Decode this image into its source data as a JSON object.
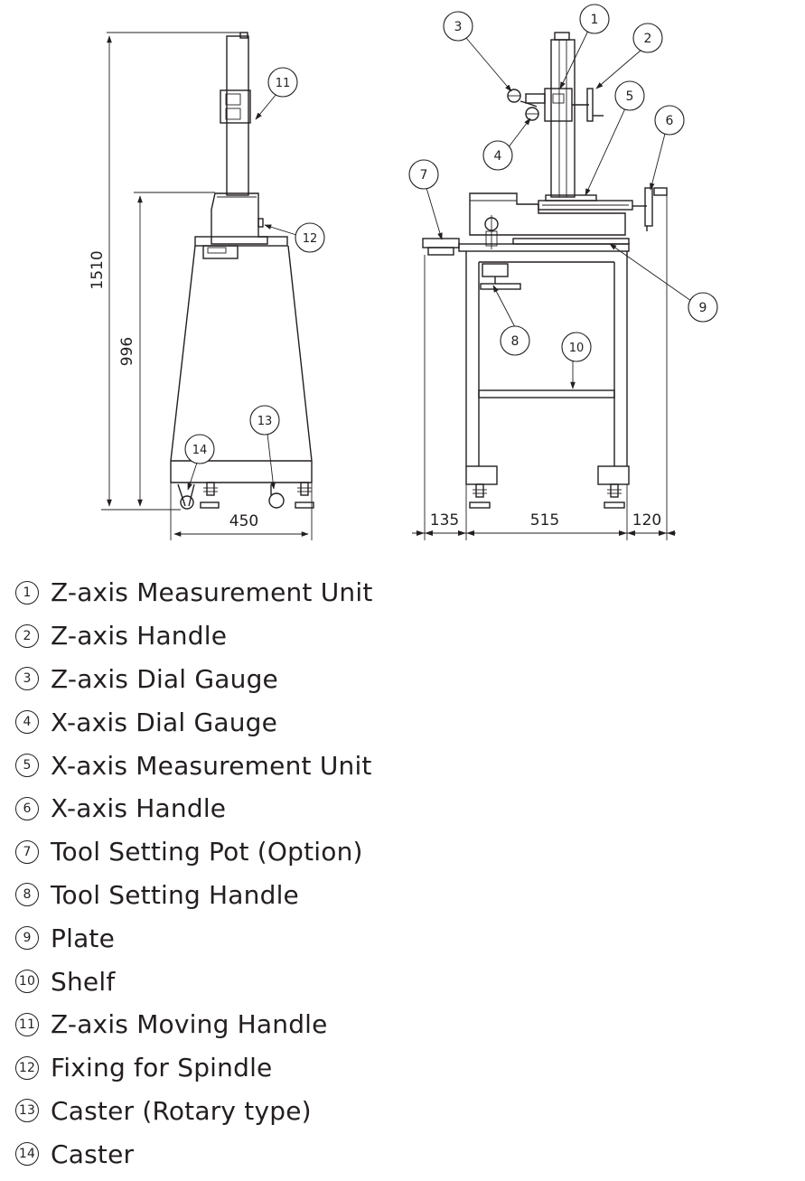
{
  "dimensions": {
    "overall_height": "1510",
    "base_height": "996",
    "base_width": "450",
    "left_extension": "135",
    "frame_width": "515",
    "right_extension": "120"
  },
  "callouts": [
    "1",
    "2",
    "3",
    "4",
    "5",
    "6",
    "7",
    "8",
    "9",
    "10",
    "11",
    "12",
    "13",
    "14"
  ],
  "legend": [
    {
      "num": "1",
      "label": "Z-axis Measurement Unit"
    },
    {
      "num": "2",
      "label": "Z-axis Handle"
    },
    {
      "num": "3",
      "label": "Z-axis Dial Gauge"
    },
    {
      "num": "4",
      "label": "X-axis Dial Gauge"
    },
    {
      "num": "5",
      "label": "X-axis Measurement Unit"
    },
    {
      "num": "6",
      "label": "X-axis Handle"
    },
    {
      "num": "7",
      "label": "Tool Setting Pot (Option)"
    },
    {
      "num": "8",
      "label": "Tool Setting Handle"
    },
    {
      "num": "9",
      "label": "Plate"
    },
    {
      "num": "10",
      "label": "Shelf"
    },
    {
      "num": "11",
      "label": "Z-axis Moving Handle"
    },
    {
      "num": "12",
      "label": "Fixing for Spindle"
    },
    {
      "num": "13",
      "label": "Caster (Rotary type)"
    },
    {
      "num": "14",
      "label": "Caster"
    }
  ]
}
